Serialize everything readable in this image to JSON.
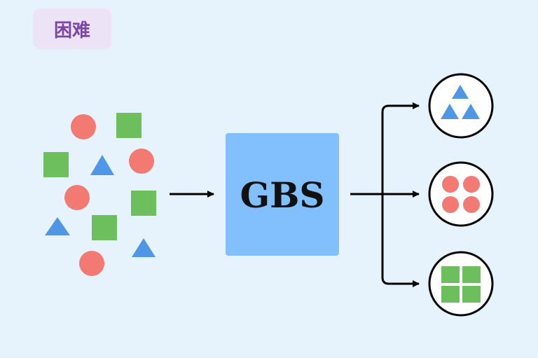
{
  "difficulty_badge": "困难",
  "process_box": {
    "label": "GBS"
  },
  "colors": {
    "background": "#e6f3fc",
    "circle": "#f27a72",
    "square": "#6cbf5c",
    "triangle": "#4f97e6",
    "box": "#82bffd",
    "arrow": "#000000"
  },
  "input_shapes": [
    "circle",
    "square",
    "square",
    "triangle",
    "circle",
    "circle",
    "square",
    "triangle",
    "square",
    "triangle",
    "circle"
  ],
  "output_groups": [
    "triangle-group",
    "circle-group",
    "square-group"
  ]
}
